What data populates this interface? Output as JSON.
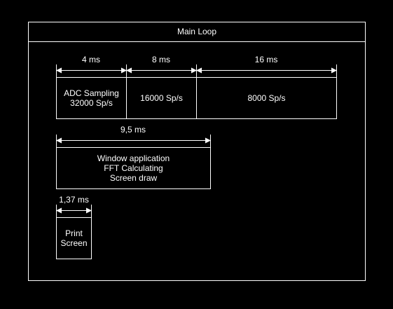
{
  "container": {
    "title": "Main Loop"
  },
  "row1": {
    "adc": {
      "line1": "ADC Sampling",
      "line2": "32000 Sp/s",
      "duration": "4 ms"
    },
    "s16k": {
      "line1": "16000 Sp/s",
      "duration": "8 ms"
    },
    "s8k": {
      "line1": "8000 Sp/s",
      "duration": "16 ms"
    }
  },
  "row2": {
    "window": {
      "line1": "Window application",
      "line2": "FFT Calculating",
      "line3": "Screen draw",
      "duration": "9,5 ms"
    }
  },
  "row3": {
    "print": {
      "line1": "Print",
      "line2": "Screen",
      "duration": "1,37 ms"
    }
  },
  "colors": {
    "background": "#000000",
    "stroke": "#ffffff"
  }
}
